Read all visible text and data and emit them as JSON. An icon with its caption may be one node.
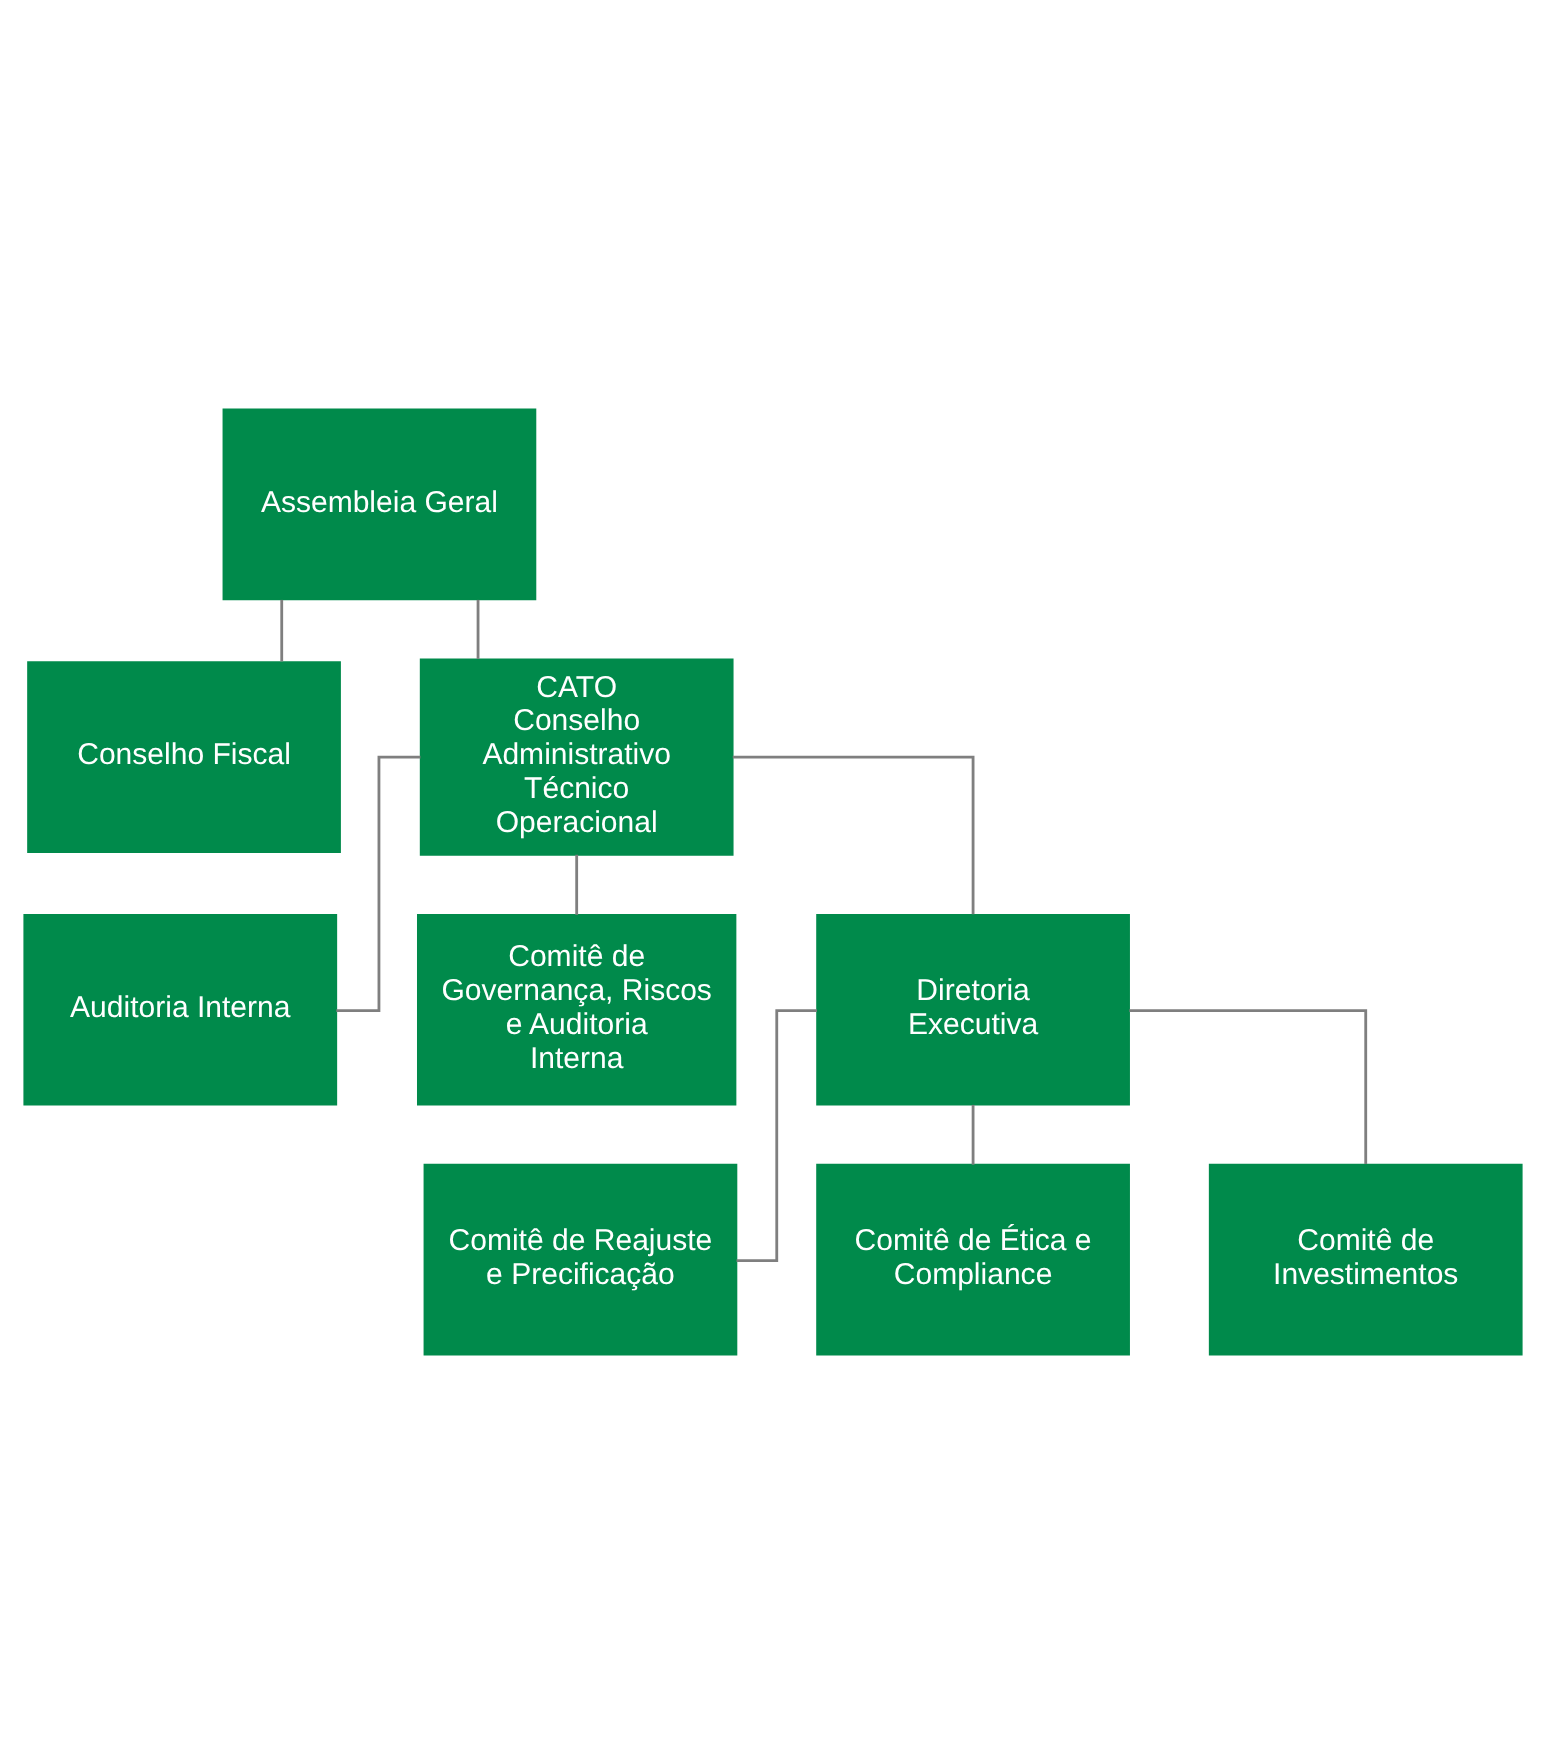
{
  "diagram": {
    "nodes": [
      {
        "text": [
          "Assembleia Geral"
        ]
      },
      {
        "text": [
          "Conselho Fiscal"
        ]
      },
      {
        "text": [
          "CATO",
          "Conselho Administrativo Técnico Operacional"
        ]
      },
      {
        "text": [
          "Auditoria Interna"
        ]
      },
      {
        "text": [
          "Comitê de Governança, Riscos e Auditoria Interna"
        ]
      },
      {
        "text": [
          "Diretoria Executiva"
        ]
      },
      {
        "text": [
          "Comitê de Reajuste e Precificação"
        ]
      },
      {
        "text": [
          "Comitê de Ética e Compliance"
        ]
      },
      {
        "text": [
          "Comitê de Investimentos"
        ]
      }
    ],
    "edges": [
      {
        "from": 0,
        "to": 1,
        "arrow": "none"
      },
      {
        "from": 0,
        "to": 2,
        "arrow": "none"
      },
      {
        "from": 2,
        "to": 4,
        "arrow": "none"
      },
      {
        "from": 2,
        "to": 3,
        "arrow": "none"
      },
      {
        "from": 2,
        "to": 5,
        "arrow": "none"
      },
      {
        "from": 5,
        "to": 6,
        "arrow": "none"
      },
      {
        "from": 5,
        "to": 7,
        "arrow": "none"
      },
      {
        "from": 5,
        "to": 8,
        "arrow": "none"
      }
    ]
  }
}
